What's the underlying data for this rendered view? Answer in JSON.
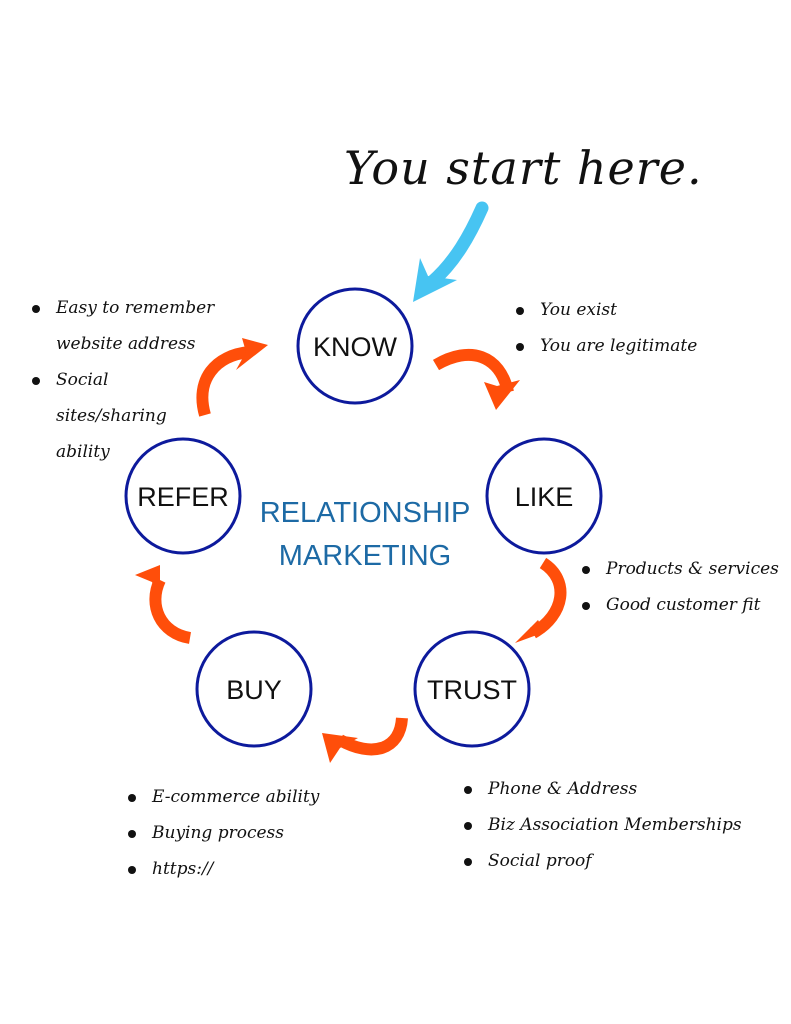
{
  "headline": "You start here.",
  "center_title": {
    "line1": "RELATIONSHIP",
    "line2": "MARKETING"
  },
  "colors": {
    "circle_stroke": "#0d1a9c",
    "cycle_arrow": "#ff4e0a",
    "start_arrow": "#47c4f2",
    "center_text": "#1d6aa5"
  },
  "stages": [
    {
      "id": "know",
      "label": "KNOW"
    },
    {
      "id": "like",
      "label": "LIKE"
    },
    {
      "id": "trust",
      "label": "TRUST"
    },
    {
      "id": "buy",
      "label": "BUY"
    },
    {
      "id": "refer",
      "label": "REFER"
    }
  ],
  "notes": {
    "know": [
      "You exist",
      "You are legitimate"
    ],
    "like": [
      "Products & services",
      "Good customer fit"
    ],
    "trust": [
      "Phone & Address",
      "Biz Association Memberships",
      "Social proof"
    ],
    "buy": [
      "E-commerce ability",
      "Buying process",
      "https://"
    ],
    "refer": [
      {
        "line1": "Easy to remember",
        "line2": "website address"
      },
      {
        "line1": "Social",
        "line2": "sites/sharing",
        "line3": "ability"
      }
    ]
  },
  "icons": {
    "start_arrow": "arrow-down-left-icon",
    "cycle_arrow": "curved-arrow-icon"
  }
}
